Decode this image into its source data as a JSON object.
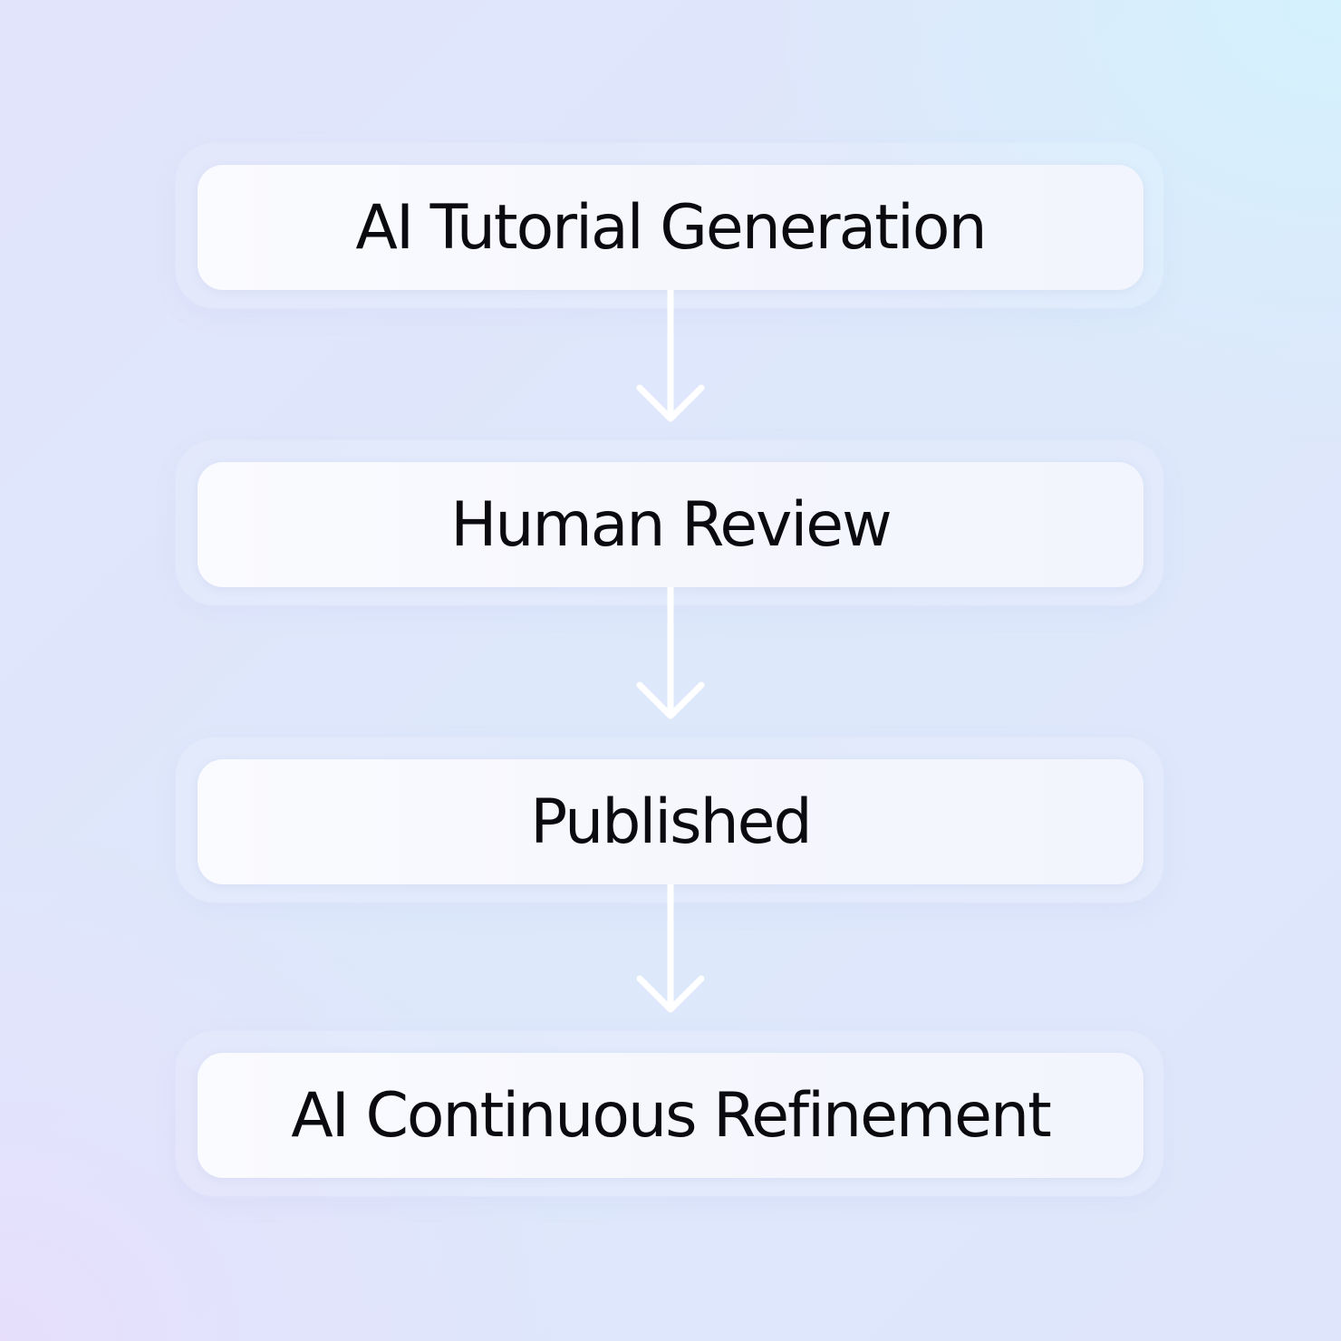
{
  "flow": {
    "steps": [
      {
        "label": "AI Tutorial Generation"
      },
      {
        "label": "Human Review"
      },
      {
        "label": "Published"
      },
      {
        "label": "AI Continuous Refinement"
      }
    ],
    "colors": {
      "card_text": "#0a0a0f",
      "card_fill": "#f6f7fd",
      "arrow": "#ffffff"
    },
    "connector_icon": "arrow-down-icon"
  }
}
